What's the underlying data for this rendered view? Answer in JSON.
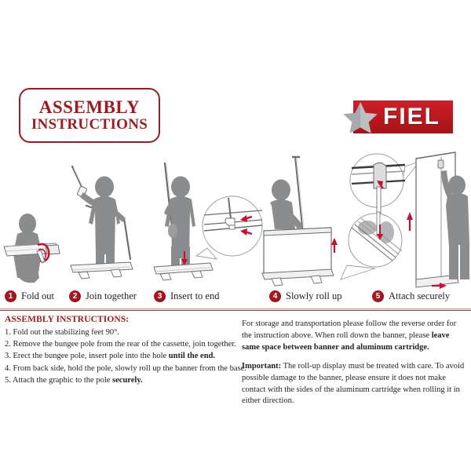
{
  "document": {
    "title_line1": "ASSEMBLY",
    "title_line2": "INSTRUCTIONS"
  },
  "logo": {
    "brand": "FIEL",
    "star_icon": "star-icon",
    "block_color": "#C31F26",
    "star_color": "#A7A9AC"
  },
  "colors": {
    "brand_red": "#9E1B22",
    "badge_red": "#A8171E",
    "arrow_red": "#C8102E",
    "figure_gray": "#8A8C8E",
    "line_gray": "#6D6E71",
    "text": "#231f20"
  },
  "steps": [
    {
      "number": "1",
      "label": "Fold out"
    },
    {
      "number": "2",
      "label": "Join together"
    },
    {
      "number": "3",
      "label": "Insert to end"
    },
    {
      "number": "4",
      "label": "Slowly roll up"
    },
    {
      "number": "5",
      "label": "Attach securely"
    }
  ],
  "left_column": {
    "heading": "ASSEMBLY INSTRUCTIONS:",
    "items": [
      {
        "text": "1. Fold out the stabilizing feet 90°.",
        "bold_tail": ""
      },
      {
        "text": "2. Remove the bungee pole from the rear of the cassette, join together.",
        "bold_tail": ""
      },
      {
        "text": "3. Erect the bungee pole, insert pole into the hole ",
        "bold_tail": "until the end."
      },
      {
        "text": "4. From back side, hold the pole, slowly roll up the banner from the base.",
        "bold_tail": ""
      },
      {
        "text": "5. Attach the graphic to the pole ",
        "bold_tail": "securely."
      }
    ]
  },
  "right_column": {
    "para1_pre": "For storage and transportation please follow the reverse order for the instruction above. When roll down the banner, please ",
    "para1_bold": "leave same space between banner and aluminum cartridge.",
    "para2_bold": "Important:",
    "para2_text": " The roll-up display must be treated with care. To avoid possible damage to the banner, please ensure it does not make contact with the sides of the aluminum cartridge when rolling it in either direction."
  }
}
